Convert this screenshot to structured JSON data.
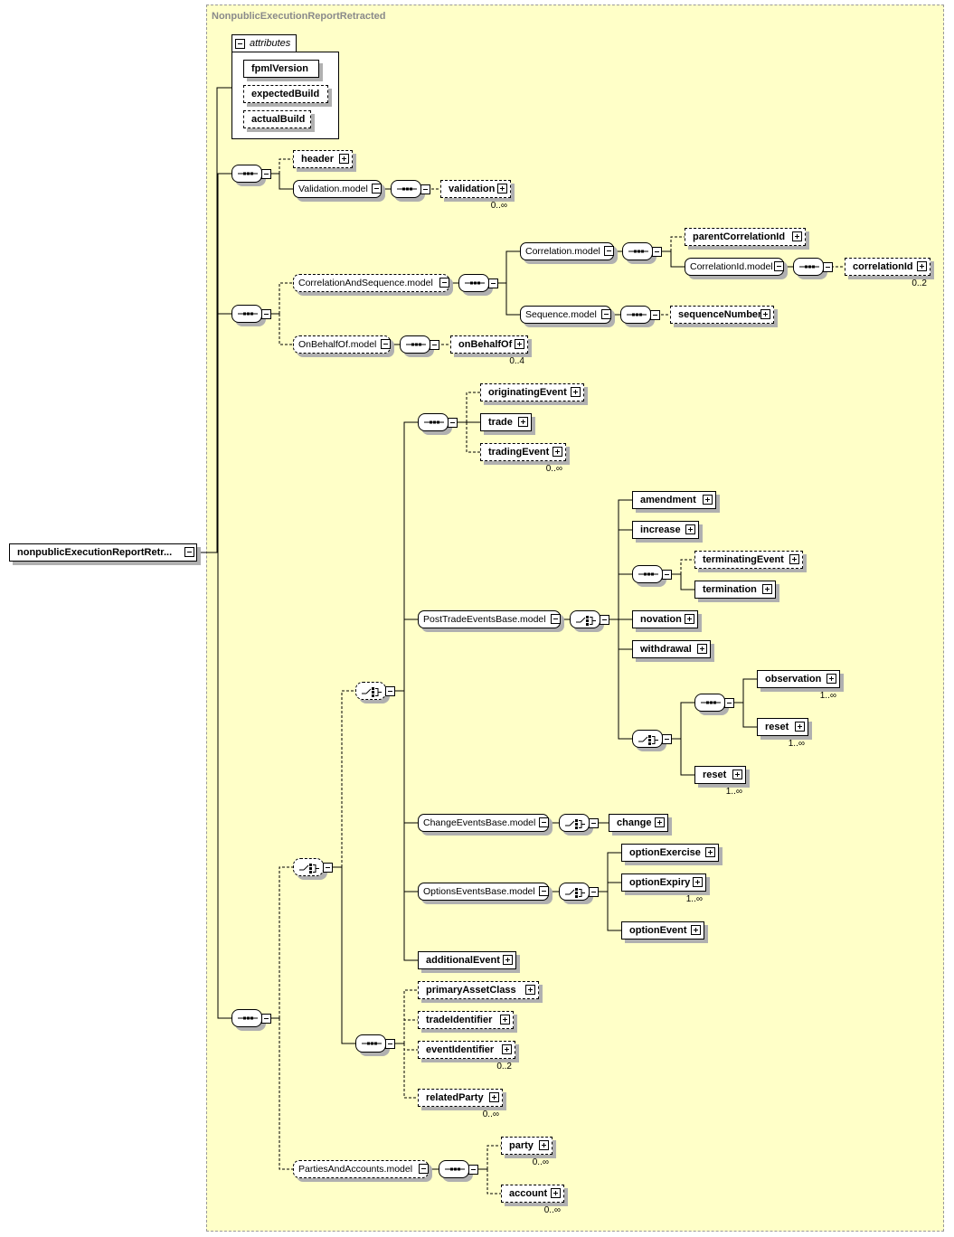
{
  "diagram_title": "NonpublicExecutionReportRetracted",
  "root": {
    "label": "nonpublicExecutionReportRetr..."
  },
  "attributes": {
    "label": "attributes",
    "items": [
      "fpmlVersion",
      "expectedBuild",
      "actualBuild"
    ]
  },
  "icons": {
    "sequence": "sequence-compositor-icon",
    "choice": "choice-compositor-icon",
    "expand": "plus-icon",
    "collapse": "minus-icon"
  },
  "nodes": {
    "header": {
      "label": "header"
    },
    "valModel": {
      "label": "Validation.model"
    },
    "validation": {
      "label": "validation",
      "occurrence": "0..∞"
    },
    "corrSeqModel": {
      "label": "CorrelationAndSequence.model"
    },
    "corrModel": {
      "label": "Correlation.model"
    },
    "parentCorrelationId": {
      "label": "parentCorrelationId"
    },
    "corrIdModel": {
      "label": "CorrelationId.model"
    },
    "correlationId": {
      "label": "correlationId",
      "occurrence": "0..2"
    },
    "seqModel": {
      "label": "Sequence.model"
    },
    "sequenceNumber": {
      "label": "sequenceNumber"
    },
    "onBehalfModel": {
      "label": "OnBehalfOf.model"
    },
    "onBehalfOf": {
      "label": "onBehalfOf",
      "occurrence": "0..4"
    },
    "originatingEvent": {
      "label": "originatingEvent"
    },
    "trade": {
      "label": "trade"
    },
    "tradingEvent": {
      "label": "tradingEvent",
      "occurrence": "0..∞"
    },
    "postTrade": {
      "label": "PostTradeEventsBase.model"
    },
    "amendment": {
      "label": "amendment"
    },
    "increase": {
      "label": "increase"
    },
    "terminatingEvent": {
      "label": "terminatingEvent"
    },
    "termination": {
      "label": "termination"
    },
    "novation": {
      "label": "novation"
    },
    "withdrawal": {
      "label": "withdrawal"
    },
    "observation": {
      "label": "observation",
      "occurrence": "1..∞"
    },
    "reset1": {
      "label": "reset",
      "occurrence": "1..∞"
    },
    "reset2": {
      "label": "reset",
      "occurrence": "1..∞"
    },
    "changeEv": {
      "label": "ChangeEventsBase.model"
    },
    "change": {
      "label": "change"
    },
    "optionsEv": {
      "label": "OptionsEventsBase.model"
    },
    "optionExercise": {
      "label": "optionExercise"
    },
    "optionExpiry": {
      "label": "optionExpiry",
      "occurrence": "1..∞"
    },
    "optionEvent": {
      "label": "optionEvent"
    },
    "additionalEvent": {
      "label": "additionalEvent"
    },
    "primaryAssetClass": {
      "label": "primaryAssetClass"
    },
    "tradeIdentifier": {
      "label": "tradeIdentifier"
    },
    "eventIdentifier": {
      "label": "eventIdentifier",
      "occurrence": "0..2"
    },
    "relatedParty": {
      "label": "relatedParty",
      "occurrence": "0..∞"
    },
    "partiesModel": {
      "label": "PartiesAndAccounts.model"
    },
    "party": {
      "label": "party",
      "occurrence": "0..∞"
    },
    "account": {
      "label": "account",
      "occurrence": "0..∞"
    }
  }
}
